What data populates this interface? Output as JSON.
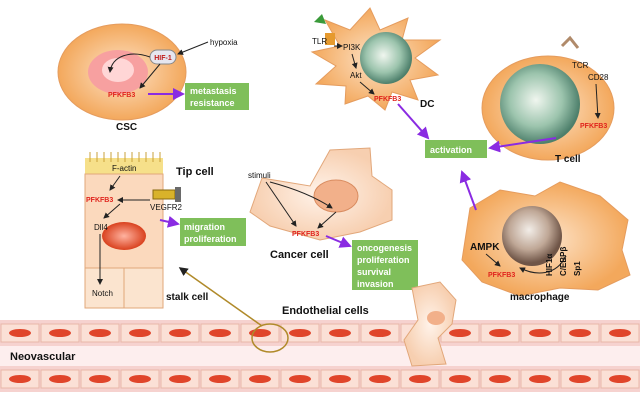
{
  "csc": {
    "title": "CSC",
    "hypoxia": "hypoxia",
    "hif": "HIF-1",
    "pfkfb3": "PFKFB3",
    "outcome_line1": "metastasis",
    "outcome_line2": "resistance"
  },
  "dc": {
    "title": "DC",
    "tlr": "TLR",
    "pi3k": "PI3K",
    "akt": "Akt",
    "pfkfb3": "PFKFB3"
  },
  "tcell": {
    "title": "T cell",
    "tcr": "TCR",
    "cd28": "CD28",
    "pfkfb3": "PFKFB3"
  },
  "activation": "activation",
  "tip": {
    "title": "Tip cell",
    "factin": "F-actin",
    "pfkfb3": "PFKFB3",
    "vegfr2": "VEGFR2",
    "dll4": "Dll4",
    "notch": "Notch",
    "stalk": "stalk cell",
    "outcome_line1": "migration",
    "outcome_line2": "proliferation"
  },
  "cancer": {
    "title": "Cancer cell",
    "stimuli": "stimuli",
    "pfkfb3": "PFKFB3",
    "outcomes": [
      "oncogenesis",
      "proliferation",
      "survival",
      "invasion"
    ]
  },
  "macrophage": {
    "title": "macrophage",
    "ampk": "AMPK",
    "pfkfb3": "PFKFB3",
    "tf": [
      "HIF1α",
      "C/EBPβ",
      "Sp1"
    ]
  },
  "vessel": {
    "endothelial": "Endothelial cells",
    "neovascular": "Neovascular"
  },
  "colors": {
    "pfkfb3_red": "#e0231c",
    "outcome_green": "#7fbf5a",
    "arrow_purple": "#8a2be2",
    "cell_orange": "#f5a35a",
    "vessel_pink": "#f6c9c5"
  }
}
